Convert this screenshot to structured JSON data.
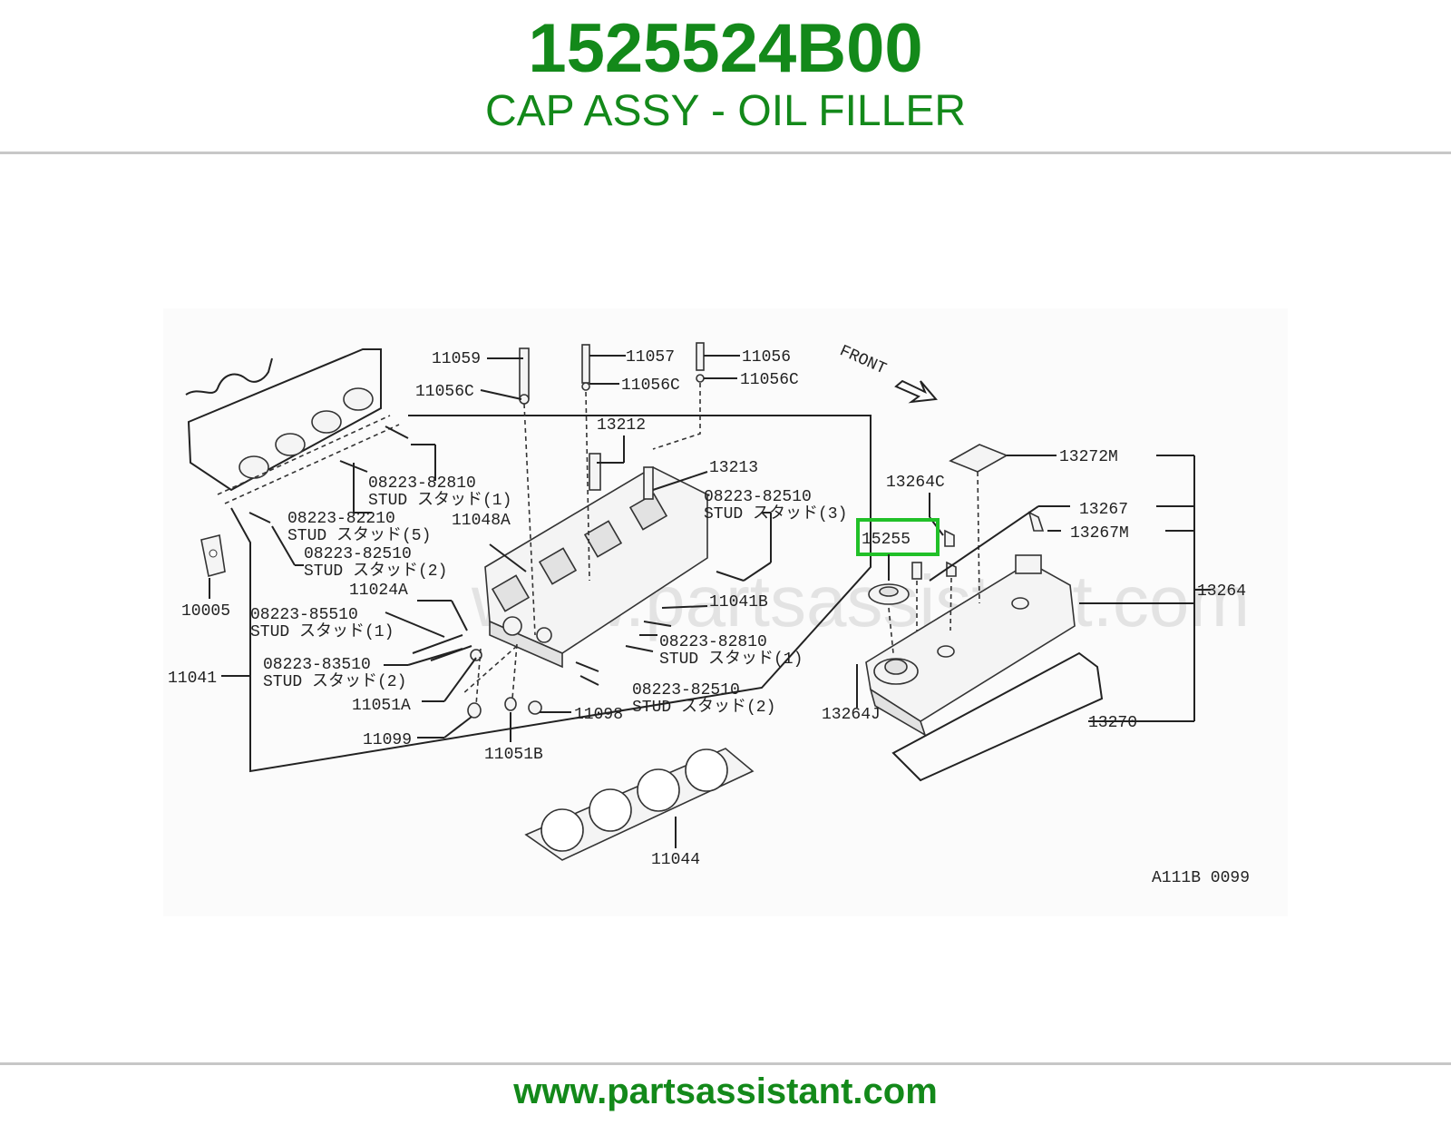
{
  "header": {
    "part_number": "1525524B00",
    "description": "CAP ASSY - OIL FILLER"
  },
  "footer": {
    "url": "www.partsassistant.com"
  },
  "diagram": {
    "watermark": "www.partsassistant.com",
    "front_label": "FRONT",
    "code": "A111B 0099",
    "highlighted_part": "15255",
    "callouts": {
      "c11059": "11059",
      "c11056c_a": "11056C",
      "c11057": "11057",
      "c11056c_b": "11056C",
      "c11056": "11056",
      "c11056c_c": "11056C",
      "c13212": "13212",
      "c13213": "13213",
      "c08223_82810_a": "08223-82810",
      "stud1_a": "STUD スタッド(1)",
      "c08223_82210": "08223-82210",
      "stud5": "STUD スタッド(5)",
      "c08223_82510_a": "08223-82510",
      "stud2_a": "STUD スタッド(2)",
      "c11048a": "11048A",
      "c08223_82510_b": "08223-82510",
      "stud3": "STUD スタッド(3)",
      "c11024a": "11024A",
      "c10005": "10005",
      "c08223_85510": "08223-85510",
      "stud1_b": "STUD スタッド(1)",
      "c11041b": "11041B",
      "c08223_82810_b": "08223-82810",
      "stud1_c": "STUD スタッド(1)",
      "c08223_83510": "08223-83510",
      "stud2_b": "STUD スタッド(2)",
      "c11041": "11041",
      "c08223_82510_c": "08223-82510",
      "stud2_c": "STUD スタッド(2)",
      "c11051a": "11051A",
      "c11098": "11098",
      "c11099": "11099",
      "c11051b": "11051B",
      "c11044": "11044",
      "c13272m": "13272M",
      "c13264c": "13264C",
      "c13267": "13267",
      "c13267m": "13267M",
      "c15255": "15255",
      "c13264": "13264",
      "c13264j": "13264J",
      "c13270": "13270"
    }
  }
}
